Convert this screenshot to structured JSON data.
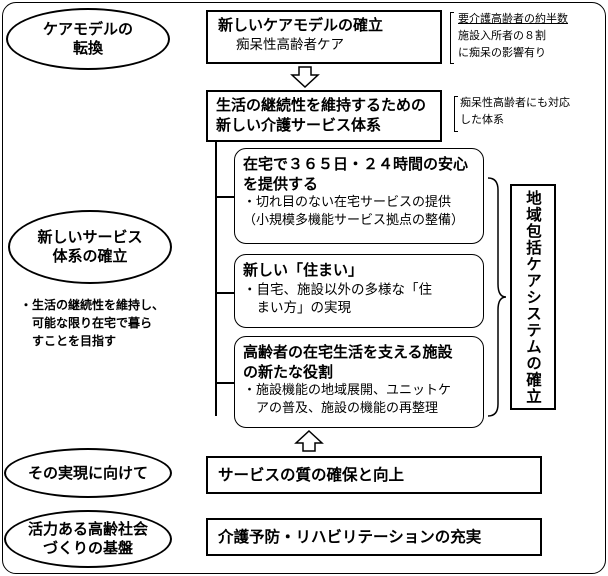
{
  "left_labels": [
    {
      "lines": [
        "ケアモデルの",
        "転換"
      ]
    },
    {
      "lines": [
        "新しいサービス",
        "体系の確立"
      ]
    },
    {
      "lines": [
        "その実現に向けて"
      ]
    },
    {
      "lines": [
        "活力ある高齢社会",
        "づくりの基盤"
      ]
    }
  ],
  "left_note": {
    "lines": [
      "・生活の継続性を維持し、",
      "　可能な限り在宅で暮ら",
      "　すことを目指す"
    ]
  },
  "care_model_box": {
    "title": "新しいケアモデルの確立",
    "subtitle": "痴呆性高齢者ケア"
  },
  "care_model_note": {
    "lines": [
      "要介護高齢者の約半数",
      "施設入所者の８割",
      "に痴呆の影響有り"
    ]
  },
  "service_system_box": {
    "lines": [
      "生活の継続性を維持するための",
      "新しい介護サービス体系"
    ]
  },
  "service_system_note": {
    "lines": [
      "痴呆性高齢者にも対応",
      "した体系"
    ]
  },
  "sub_boxes": [
    {
      "title_lines": [
        "在宅で３６５日・２４時間の安心",
        "を提供する"
      ],
      "body_lines": [
        "・切れ目のない在宅サービスの提供",
        "（小規模多機能サービス拠点の整備）"
      ]
    },
    {
      "title_lines": [
        "新しい「住まい」"
      ],
      "body_lines": [
        "・自宅、施設以外の多様な「住",
        "　まい方」の実現"
      ]
    },
    {
      "title_lines": [
        "高齢者の在宅生活を支える施設",
        "の新たな役割"
      ],
      "body_lines": [
        "・施設機能の地域展開、ユニットケ",
        "　アの普及、施設の機能の再整理"
      ]
    }
  ],
  "vertical_box": {
    "text": "地域包括ケアシステムの確立"
  },
  "quality_box": {
    "text": "サービスの質の確保と向上"
  },
  "prevention_box": {
    "text": "介護予防・リハビリテーションの充実"
  }
}
